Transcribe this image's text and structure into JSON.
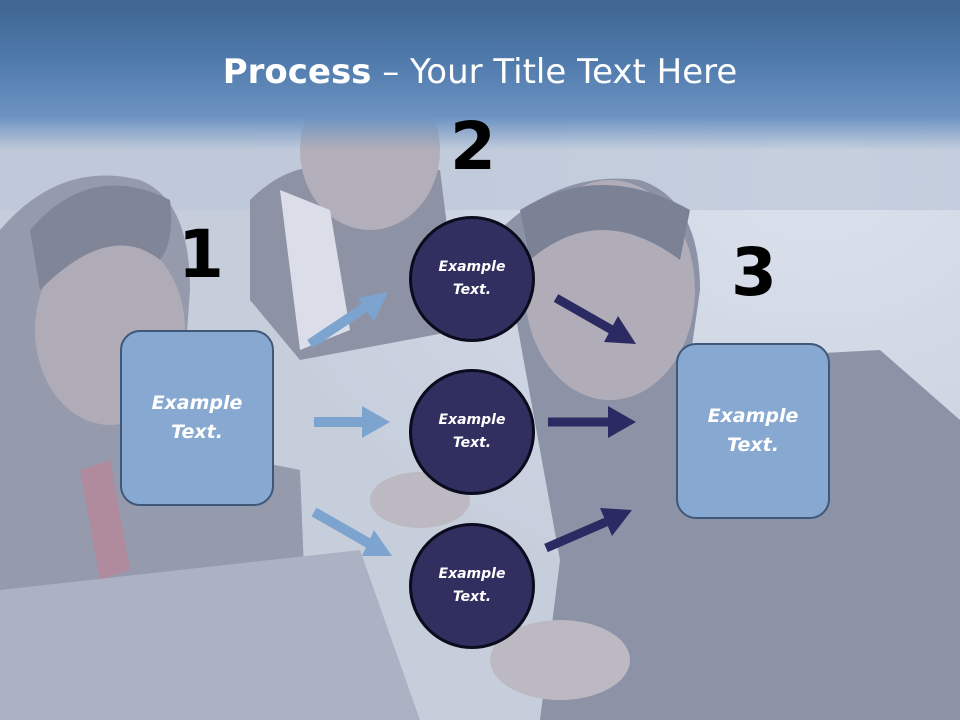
{
  "title": {
    "bold": "Process",
    "rest": " – Your Title Text Here"
  },
  "steps": [
    {
      "number": "1",
      "text_line1": "Example",
      "text_line2": "Text."
    },
    {
      "number": "2"
    },
    {
      "number": "3",
      "text_line1": "Example",
      "text_line2": "Text."
    }
  ],
  "circles": [
    {
      "text_line1": "Example",
      "text_line2": "Text."
    },
    {
      "text_line1": "Example",
      "text_line2": "Text."
    },
    {
      "text_line1": "Example",
      "text_line2": "Text."
    }
  ],
  "colors": {
    "title_band": "#4f7aab",
    "box_fill": "#87a8d0",
    "circle_fill": "#302f5f",
    "left_arrows": "#7da4cf",
    "right_arrows": "#2b2a63"
  }
}
